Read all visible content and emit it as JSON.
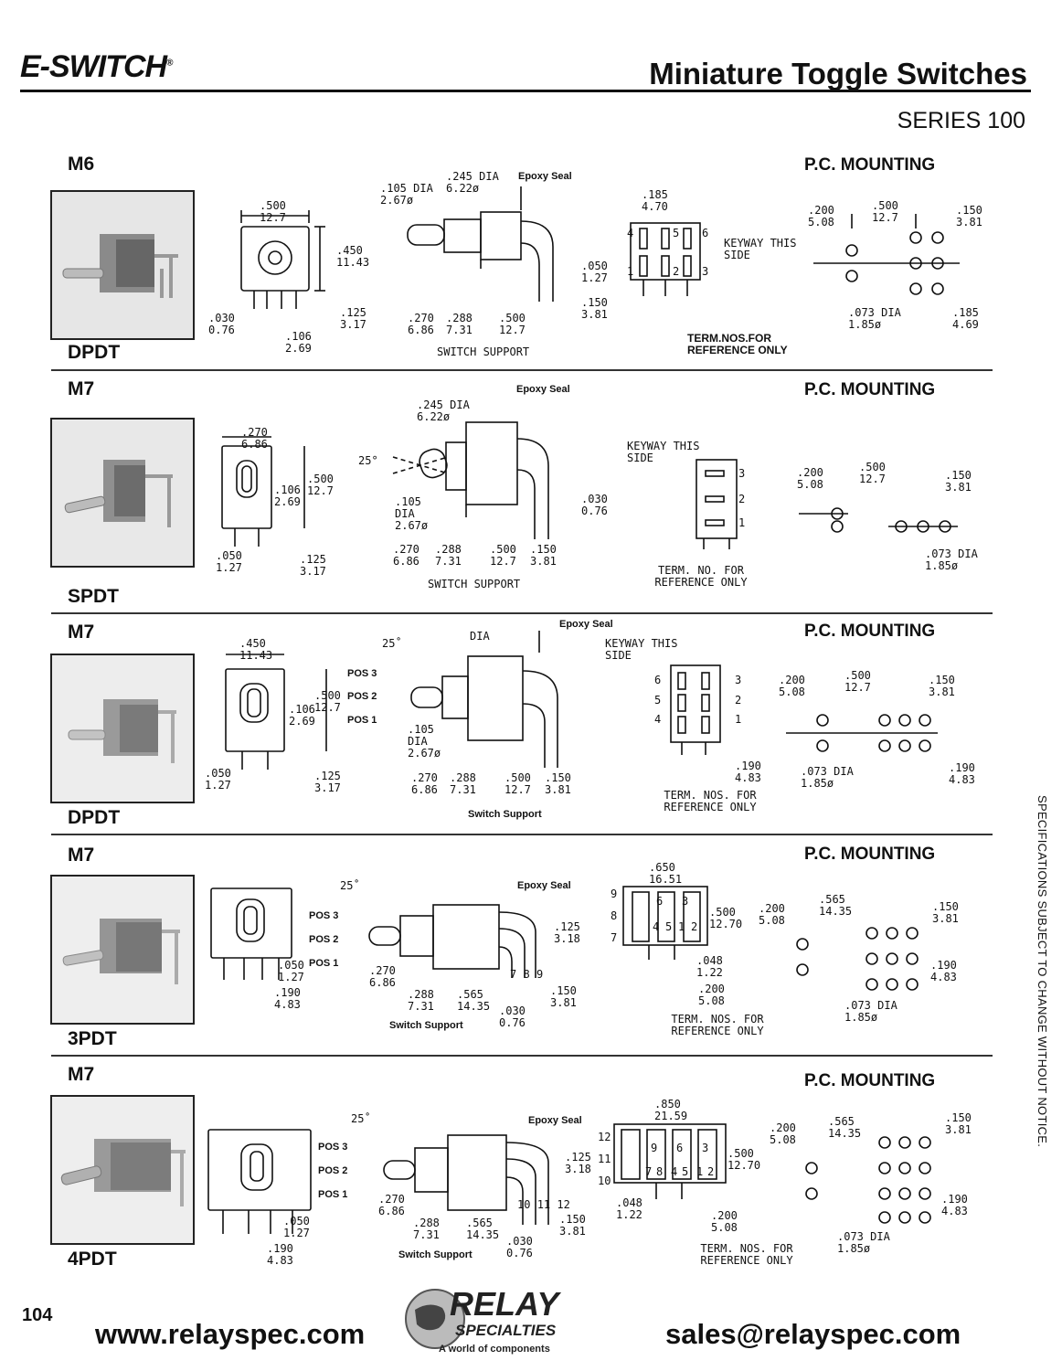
{
  "header": {
    "brand": "E-SWITCH",
    "reg": "®",
    "title": "Miniature Toggle Switches",
    "series": "SERIES 100"
  },
  "mount_label": "P.C. MOUNTING",
  "side_note": "SPECIFICATIONS SUBJECT TO CHANGE WITHOUT NOTICE.",
  "sections": [
    {
      "model": "M6",
      "type": "DPDT",
      "front": {
        "w": [
          ".500",
          "12.7"
        ],
        "h": [
          ".450",
          "11.43"
        ],
        "a": [
          ".030",
          "0.76"
        ],
        "b": [
          ".106",
          "2.69"
        ],
        "c": [
          ".125",
          "3.17"
        ]
      },
      "side": {
        "dia1": [
          ".105 DIA",
          "2.67ø"
        ],
        "dia2": [
          ".245 DIA",
          "6.22ø"
        ],
        "seal": "Epoxy Seal",
        "d1": [
          ".050",
          "1.27"
        ],
        "d2": [
          ".150",
          "3.81"
        ],
        "b1": [
          ".270",
          "6.86"
        ],
        "b2": [
          ".288",
          "7.31"
        ],
        "b3": [
          ".500",
          "12.7"
        ],
        "support": "SWITCH SUPPORT"
      },
      "term": {
        "w": [
          ".185",
          "4.70"
        ],
        "nums": [
          "4",
          "5",
          "6",
          "1",
          "2",
          "3"
        ],
        "keyway": "KEYWAY THIS SIDE",
        "note": "TERM.NOS.FOR REFERENCE ONLY"
      },
      "pc": {
        "a": [
          ".200",
          "5.08"
        ],
        "b": [
          ".500",
          "12.7"
        ],
        "c": [
          ".150",
          "3.81"
        ],
        "hole": [
          ".073 DIA",
          "1.85ø"
        ],
        "d": [
          ".185",
          "4.69"
        ]
      }
    },
    {
      "model": "M7",
      "type": "SPDT",
      "front": {
        "w": [
          ".270",
          "6.86"
        ],
        "h": [
          ".500",
          "12.7"
        ],
        "b": [
          ".106",
          "2.69"
        ],
        "a": [
          ".050",
          "1.27"
        ],
        "c": [
          ".125",
          "3.17"
        ]
      },
      "side": {
        "dia2": [
          ".245 DIA",
          "6.22ø"
        ],
        "angle": "25°",
        "dia1": [
          ".105",
          "DIA",
          "2.67ø"
        ],
        "seal": "Epoxy Seal",
        "d1": [
          ".030",
          "0.76"
        ],
        "b1": [
          ".270",
          "6.86"
        ],
        "b2": [
          ".288",
          "7.31"
        ],
        "b3": [
          ".500",
          "12.7"
        ],
        "b4": [
          ".150",
          "3.81"
        ],
        "support": "SWITCH SUPPORT"
      },
      "term": {
        "keyway": "KEYWAY THIS SIDE",
        "nums": [
          "3",
          "2",
          "1"
        ],
        "note": "TERM. NO. FOR REFERENCE ONLY"
      },
      "pc": {
        "a": [
          ".200",
          "5.08"
        ],
        "b": [
          ".500",
          "12.7"
        ],
        "c": [
          ".150",
          "3.81"
        ],
        "hole": [
          ".073 DIA",
          "1.85ø"
        ]
      }
    },
    {
      "model": "M7",
      "type": "DPDT",
      "front": {
        "w": [
          ".450",
          "11.43"
        ],
        "h": [
          ".500",
          "12.7"
        ],
        "b": [
          ".106",
          "2.69"
        ],
        "a": [
          ".050",
          "1.27"
        ],
        "c": [
          ".125",
          "3.17"
        ]
      },
      "side": {
        "angle": "25˚",
        "dia": "DIA",
        "seal": "Epoxy Seal",
        "pos": [
          "POS 3",
          "POS 2",
          "POS 1"
        ],
        "dia1": [
          ".105",
          "DIA",
          "2.67ø"
        ],
        "b1": [
          ".270",
          "6.86"
        ],
        "b2": [
          ".288",
          "7.31"
        ],
        "b3": [
          ".500",
          "12.7"
        ],
        "b4": [
          ".150",
          "3.81"
        ],
        "support": "Switch Support"
      },
      "term": {
        "keyway": "KEYWAY THIS SIDE",
        "nums": [
          "6",
          "5",
          "4",
          "3",
          "2",
          "1"
        ],
        "d": [
          ".190",
          "4.83"
        ],
        "note": "TERM. NOS. FOR REFERENCE ONLY"
      },
      "pc": {
        "a": [
          ".200",
          "5.08"
        ],
        "b": [
          ".500",
          "12.7"
        ],
        "c": [
          ".150",
          "3.81"
        ],
        "hole": [
          ".073 DIA",
          "1.85ø"
        ],
        "d": [
          ".190",
          "4.83"
        ]
      }
    },
    {
      "model": "M7",
      "type": "3PDT",
      "front": {
        "a": [
          ".050",
          "1.27"
        ],
        "b": [
          ".190",
          "4.83"
        ]
      },
      "side": {
        "angle": "25˚",
        "seal": "Epoxy Seal",
        "pos": [
          "POS 3",
          "POS 2",
          "POS 1"
        ],
        "d1": [
          ".125",
          "3.18"
        ],
        "b1": [
          ".270",
          "6.86"
        ],
        "b2": [
          ".288",
          "7.31"
        ],
        "b3": [
          ".565",
          "14.35"
        ],
        "b4": [
          ".030",
          "0.76"
        ],
        "b5": [
          ".150",
          "3.81"
        ],
        "tn": [
          "7",
          "8",
          "9"
        ],
        "support": "Switch Support"
      },
      "term": {
        "w": [
          ".650",
          "16.51"
        ],
        "h": [
          ".500",
          "12.70"
        ],
        "nums": [
          "9",
          "8",
          "7",
          "6",
          "3",
          "5",
          "2",
          "4",
          "1"
        ],
        "d1": [
          ".048",
          "1.22"
        ],
        "d2": [
          ".200",
          "5.08"
        ],
        "note": "TERM. NOS. FOR REFERENCE ONLY"
      },
      "pc": {
        "a": [
          ".200",
          "5.08"
        ],
        "b": [
          ".565",
          "14.35"
        ],
        "c": [
          ".150",
          "3.81"
        ],
        "d": [
          ".190",
          "4.83"
        ],
        "hole": [
          ".073 DIA",
          "1.85ø"
        ]
      }
    },
    {
      "model": "M7",
      "type": "4PDT",
      "front": {
        "a": [
          ".050",
          "1.27"
        ],
        "b": [
          ".190",
          "4.83"
        ]
      },
      "side": {
        "angle": "25˚",
        "seal": "Epoxy Seal",
        "pos": [
          "POS 3",
          "POS 2",
          "POS 1"
        ],
        "d1": [
          ".125",
          "3.18"
        ],
        "b1": [
          ".270",
          "6.86"
        ],
        "b2": [
          ".288",
          "7.31"
        ],
        "b3": [
          ".565",
          "14.35"
        ],
        "b4": [
          ".030",
          "0.76"
        ],
        "b5": [
          ".150",
          "3.81"
        ],
        "tn": [
          "10",
          "11",
          "12"
        ],
        "support": "Switch Support"
      },
      "term": {
        "w": [
          ".850",
          "21.59"
        ],
        "h": [
          ".500",
          "12.70"
        ],
        "nums": [
          "12",
          "11",
          "10",
          "9",
          "6",
          "3",
          "8",
          "5",
          "2",
          "7",
          "4",
          "1"
        ],
        "d1": [
          ".048",
          "1.22"
        ],
        "d2": [
          ".200",
          "5.08"
        ],
        "note": "TERM. NOS. FOR REFERENCE ONLY"
      },
      "pc": {
        "a": [
          ".200",
          "5.08"
        ],
        "b": [
          ".565",
          "14.35"
        ],
        "c": [
          ".150",
          "3.81"
        ],
        "d": [
          ".190",
          "4.83"
        ],
        "hole": [
          ".073 DIA",
          "1.85ø"
        ]
      }
    }
  ],
  "footer": {
    "page": "104",
    "website": "www.relayspec.com",
    "email": "sales@relayspec.com",
    "logo_top": "RELAY",
    "logo_mid": "SPECIALTIES",
    "logo_tag": "A world of components"
  }
}
